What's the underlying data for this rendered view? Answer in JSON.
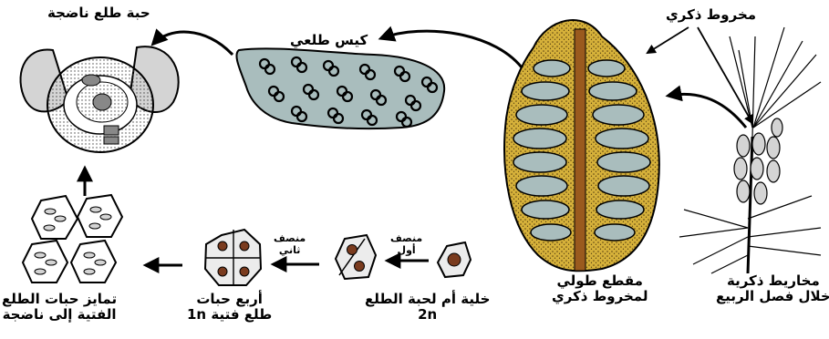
{
  "labels": {
    "mature_grain": "حبة طلع ناضجة",
    "pollen_sac": "كيس طلعي",
    "male_cone_top": "مخروط ذكري",
    "section_line1": "مقطع طولي",
    "section_line2": "لمخروط ذكري",
    "cones_line1": "مخاريط ذكرية",
    "cones_line2": "خلال فصل الربيع",
    "mother_cell_line1": "خلية أم لحبة الطلع",
    "mother_cell_line2": "2n",
    "first_div_line1": "منصف",
    "first_div_line2": "أول",
    "second_div_line1": "منصف",
    "second_div_line2": "ثاني",
    "four_line1": "أربع حبات",
    "four_line2": "طلع فتية 1n",
    "diff_line1": "تمايز حبات الطلع",
    "diff_line2": "الفتية إلى ناضجة"
  },
  "colors": {
    "cone_fill": "#c9a227",
    "cone_axis": "#9a5a1e",
    "sac_fill": "#a9bdbd",
    "wing_fill": "#d4d4d4",
    "nucleus": "#7a3b1e"
  }
}
